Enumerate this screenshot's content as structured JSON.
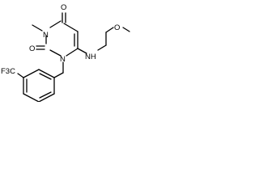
{
  "molecule": {
    "atoms": {
      "o_top": "O",
      "o_methoxy": "O",
      "n3": "N",
      "nh": "NH",
      "o_mid": "O",
      "n1": "N",
      "f3c": "F3C"
    }
  },
  "colors": {
    "line": "#000000",
    "background": "#ffffff"
  }
}
